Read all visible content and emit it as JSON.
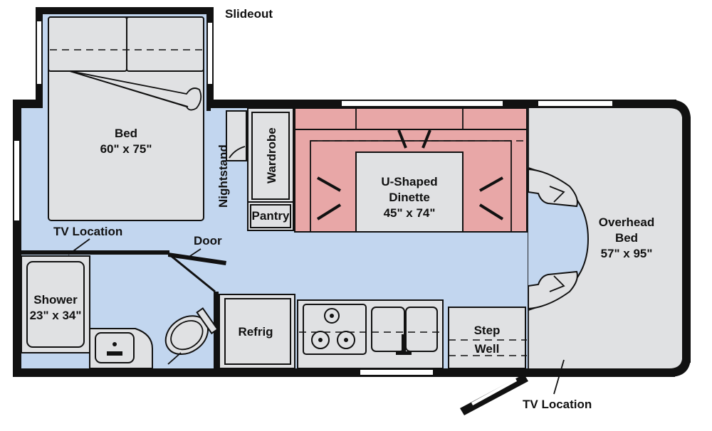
{
  "colors": {
    "wall": "#111111",
    "floor": "#c2d6ef",
    "furniture": "#e0e1e3",
    "dinette": "#e8a7a7",
    "window": "#ffffff"
  },
  "labels": {
    "slideout": "Slideout",
    "bed_name": "Bed",
    "bed_size": "60\" x 75\"",
    "nightstand": "Nightstand",
    "wardrobe": "Wardrobe",
    "pantry": "Pantry",
    "dinette_line1": "U-Shaped",
    "dinette_line2": "Dinette",
    "dinette_size": "45\" x 74\"",
    "overhead_line1": "Overhead",
    "overhead_line2": "Bed",
    "overhead_size": "57\" x 95\"",
    "tv_location_top": "TV Location",
    "door": "Door",
    "shower_name": "Shower",
    "shower_size": "23\" x 34\"",
    "refrig": "Refrig",
    "step": "Step",
    "well": "Well",
    "tv_location_bottom": "TV Location"
  }
}
